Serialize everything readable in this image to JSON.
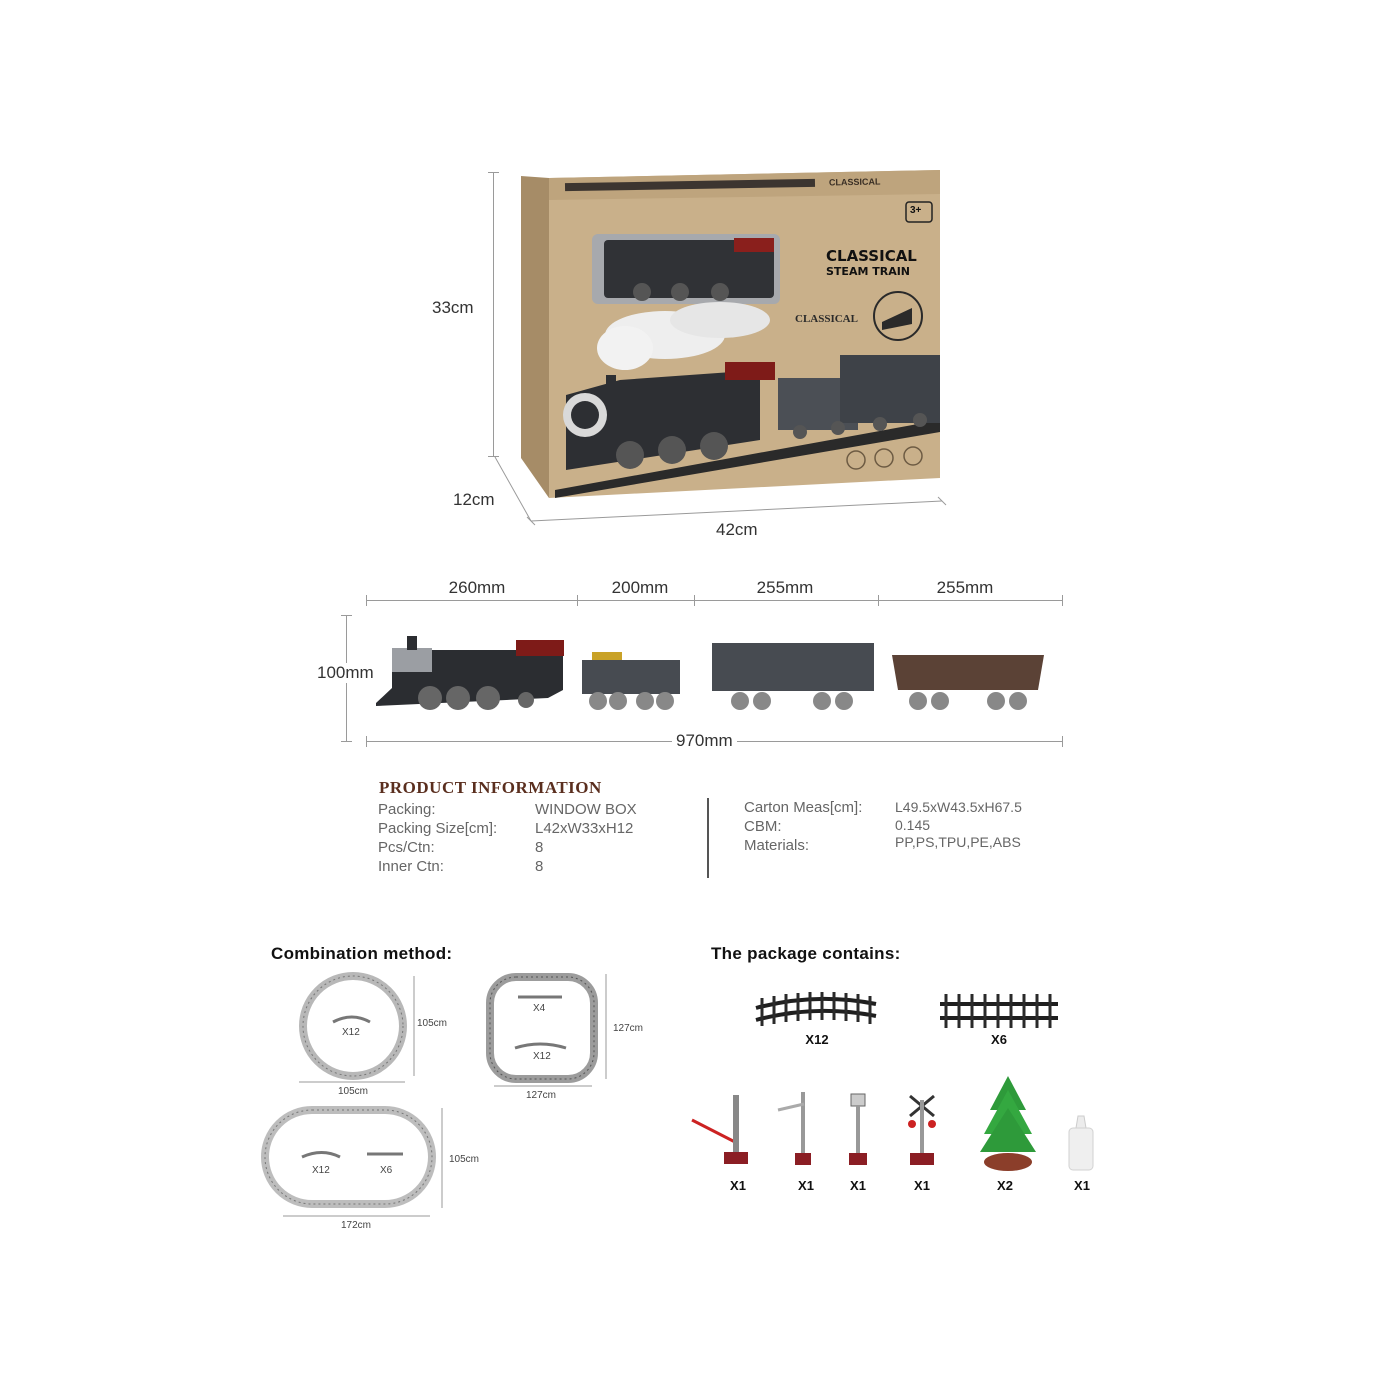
{
  "box": {
    "height_label": "33cm",
    "depth_label": "12cm",
    "width_label": "42cm",
    "title_line1": "CLASSICAL",
    "title_line2": "STEAM TRAIN",
    "logo_text": "CLASSICAL",
    "age_badge": "3+",
    "top_flap_text": "CLASSICAL",
    "colors": {
      "kraft": "#c7ae88",
      "kraft_dark": "#a68c67"
    }
  },
  "train_dims": {
    "segments": [
      "260mm",
      "200mm",
      "255mm",
      "255mm"
    ],
    "height_label": "100mm",
    "total_label": "970mm"
  },
  "product_info": {
    "title": "PRODUCT INFORMATION",
    "left": [
      {
        "label": "Packing:",
        "value": "WINDOW BOX"
      },
      {
        "label": "Packing Size[cm]:",
        "value": "L42xW33xH12"
      },
      {
        "label": "Pcs/Ctn:",
        "value": "8"
      },
      {
        "label": "Inner Ctn:",
        "value": "8"
      }
    ],
    "right": [
      {
        "label": "Carton Meas[cm]:",
        "value": "L49.5xW43.5xH67.5"
      },
      {
        "label": "CBM:",
        "value": "0.145"
      },
      {
        "label": "Materials:",
        "value": "PP,PS,TPU,PE,ABS"
      }
    ]
  },
  "combination": {
    "title": "Combination method:",
    "circle": {
      "inner": "X12",
      "width": "105cm",
      "height": "105cm"
    },
    "square": {
      "inner_top": "X4",
      "inner_bottom": "X12",
      "width": "127cm",
      "height": "127cm"
    },
    "oval": {
      "inner_left": "X12",
      "inner_right": "X6",
      "width": "172cm",
      "height": "105cm"
    }
  },
  "package": {
    "title": "The package contains:",
    "tracks": [
      {
        "icon": "curved-track-icon",
        "qty": "X12"
      },
      {
        "icon": "straight-track-icon",
        "qty": "X6"
      }
    ],
    "accessories": [
      {
        "icon": "crossing-gate-icon",
        "qty": "X1"
      },
      {
        "icon": "signal-post-icon",
        "qty": "X1"
      },
      {
        "icon": "street-lamp-icon",
        "qty": "X1"
      },
      {
        "icon": "crossing-signal-icon",
        "qty": "X1"
      },
      {
        "icon": "pine-tree-icon",
        "qty": "X2"
      },
      {
        "icon": "smoke-oil-bottle-icon",
        "qty": "X1"
      }
    ]
  }
}
